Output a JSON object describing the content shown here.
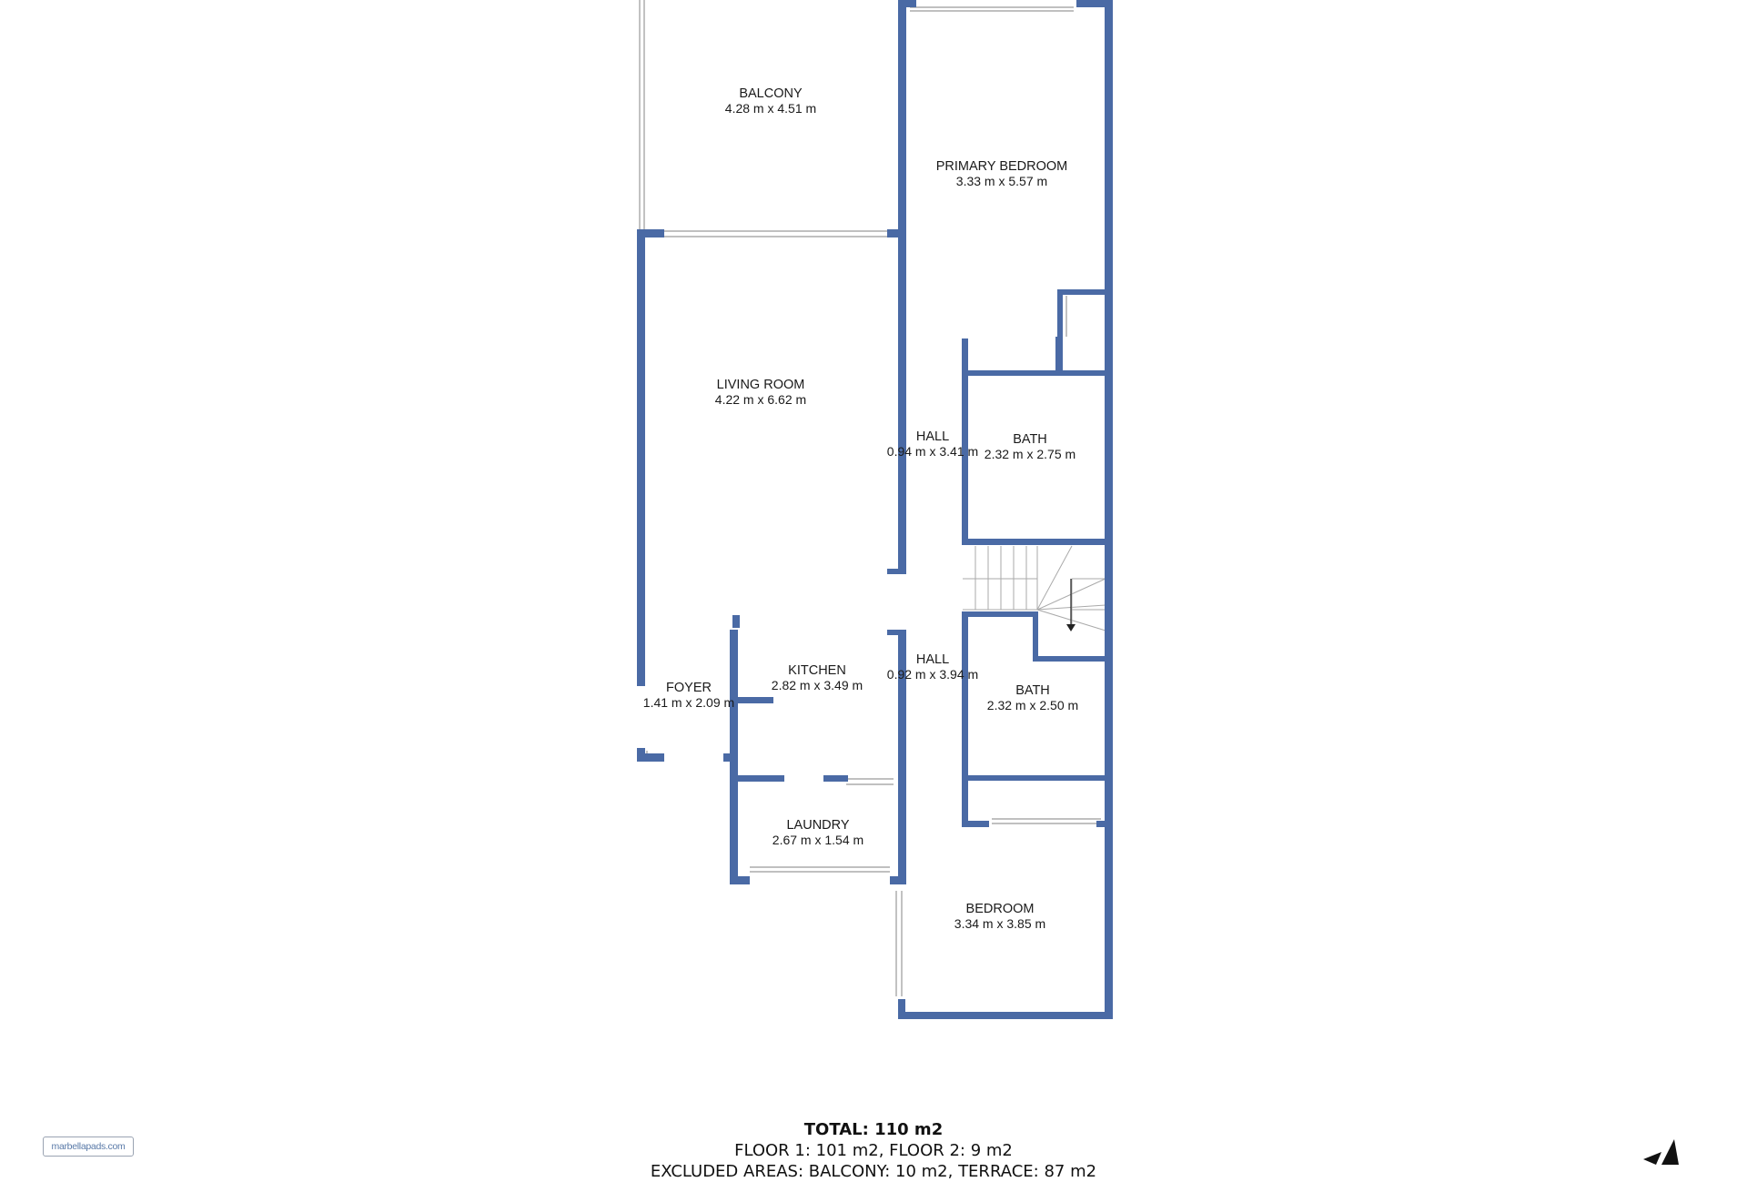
{
  "rooms": {
    "balcony": {
      "name": "BALCONY",
      "dims": "4.28 m x 4.51 m"
    },
    "primary": {
      "name": "PRIMARY BEDROOM",
      "dims": "3.33 m x 5.57 m"
    },
    "living": {
      "name": "LIVING ROOM",
      "dims": "4.22 m x 6.62 m"
    },
    "hall1": {
      "name": "HALL",
      "dims": "0.94 m x 3.41 m"
    },
    "bath1": {
      "name": "BATH",
      "dims": "2.32 m x 2.75 m"
    },
    "kitchen": {
      "name": "KITCHEN",
      "dims": "2.82 m x 3.49 m"
    },
    "foyer": {
      "name": "FOYER",
      "dims": "1.41 m x 2.09 m"
    },
    "hall2": {
      "name": "HALL",
      "dims": "0.92 m x 3.94 m"
    },
    "bath2": {
      "name": "BATH",
      "dims": "2.32 m x 2.50 m"
    },
    "laundry": {
      "name": "LAUNDRY",
      "dims": "2.67 m x 1.54 m"
    },
    "bedroom": {
      "name": "BEDROOM",
      "dims": "3.34 m x 3.85 m"
    }
  },
  "summary": {
    "total": "TOTAL: 110 m2",
    "floors": "FLOOR 1: 101 m2, FLOOR 2: 9 m2",
    "excluded": "EXCLUDED AREAS: BALCONY: 10 m2, TERRACE: 87 m2"
  },
  "logo": "marbellapads.com",
  "colors": {
    "wall": "#4a6aa5",
    "thin_line": "#9a9a9a",
    "text": "#1a1a1a"
  },
  "icons": {
    "compass": "north-arrow-icon"
  }
}
